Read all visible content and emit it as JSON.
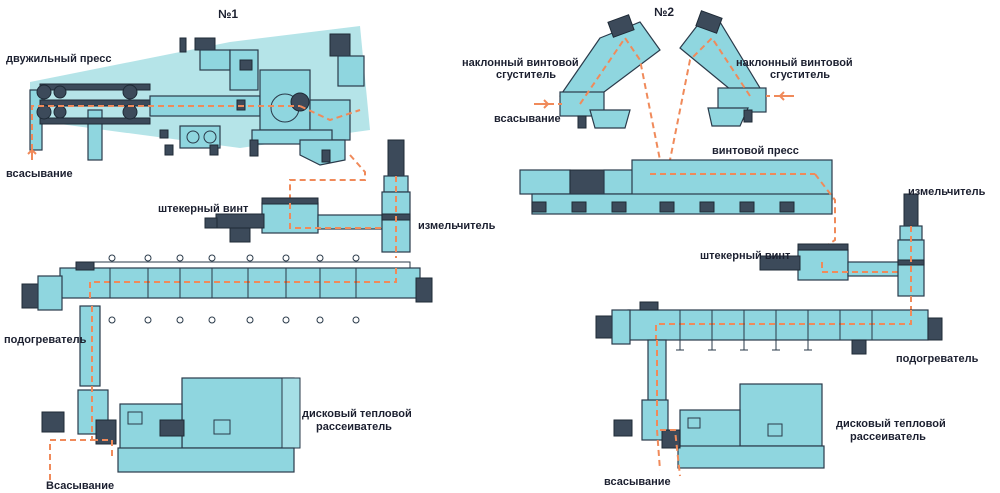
{
  "schemes": [
    {
      "title": "№1",
      "labels": {
        "double_press": "двужильный пресс",
        "suction_top": "всасывание",
        "plug_screw": "штекерный винт",
        "shredder": "измельчитель",
        "heater": "подогреватель",
        "disc_disperser_1": "дисковый тепловой",
        "disc_disperser_2": "рассеиватель",
        "suction_bottom": "Всасывание"
      }
    },
    {
      "title": "№2",
      "labels": {
        "thickener_left_1": "наклонный винтовой",
        "thickener_left_2": "сгуститель",
        "thickener_right_1": "наклонный винтовой",
        "thickener_right_2": "сгуститель",
        "suction_top": "всасывание",
        "screw_press": "винтовой пресс",
        "shredder": "измельчитель",
        "plug_screw": "штекерный винт",
        "heater": "подогреватель",
        "disc_disperser_1": "дисковый тепловой",
        "disc_disperser_2": "рассеиватель",
        "suction_bottom": "всасывание"
      }
    }
  ],
  "colors": {
    "equipment_fill": "#8fd6df",
    "press_zone": "#a8dfe4",
    "outline": "#2a3a4a",
    "flow_line": "#f08a5a",
    "dark_part": "#3c4a5a"
  }
}
